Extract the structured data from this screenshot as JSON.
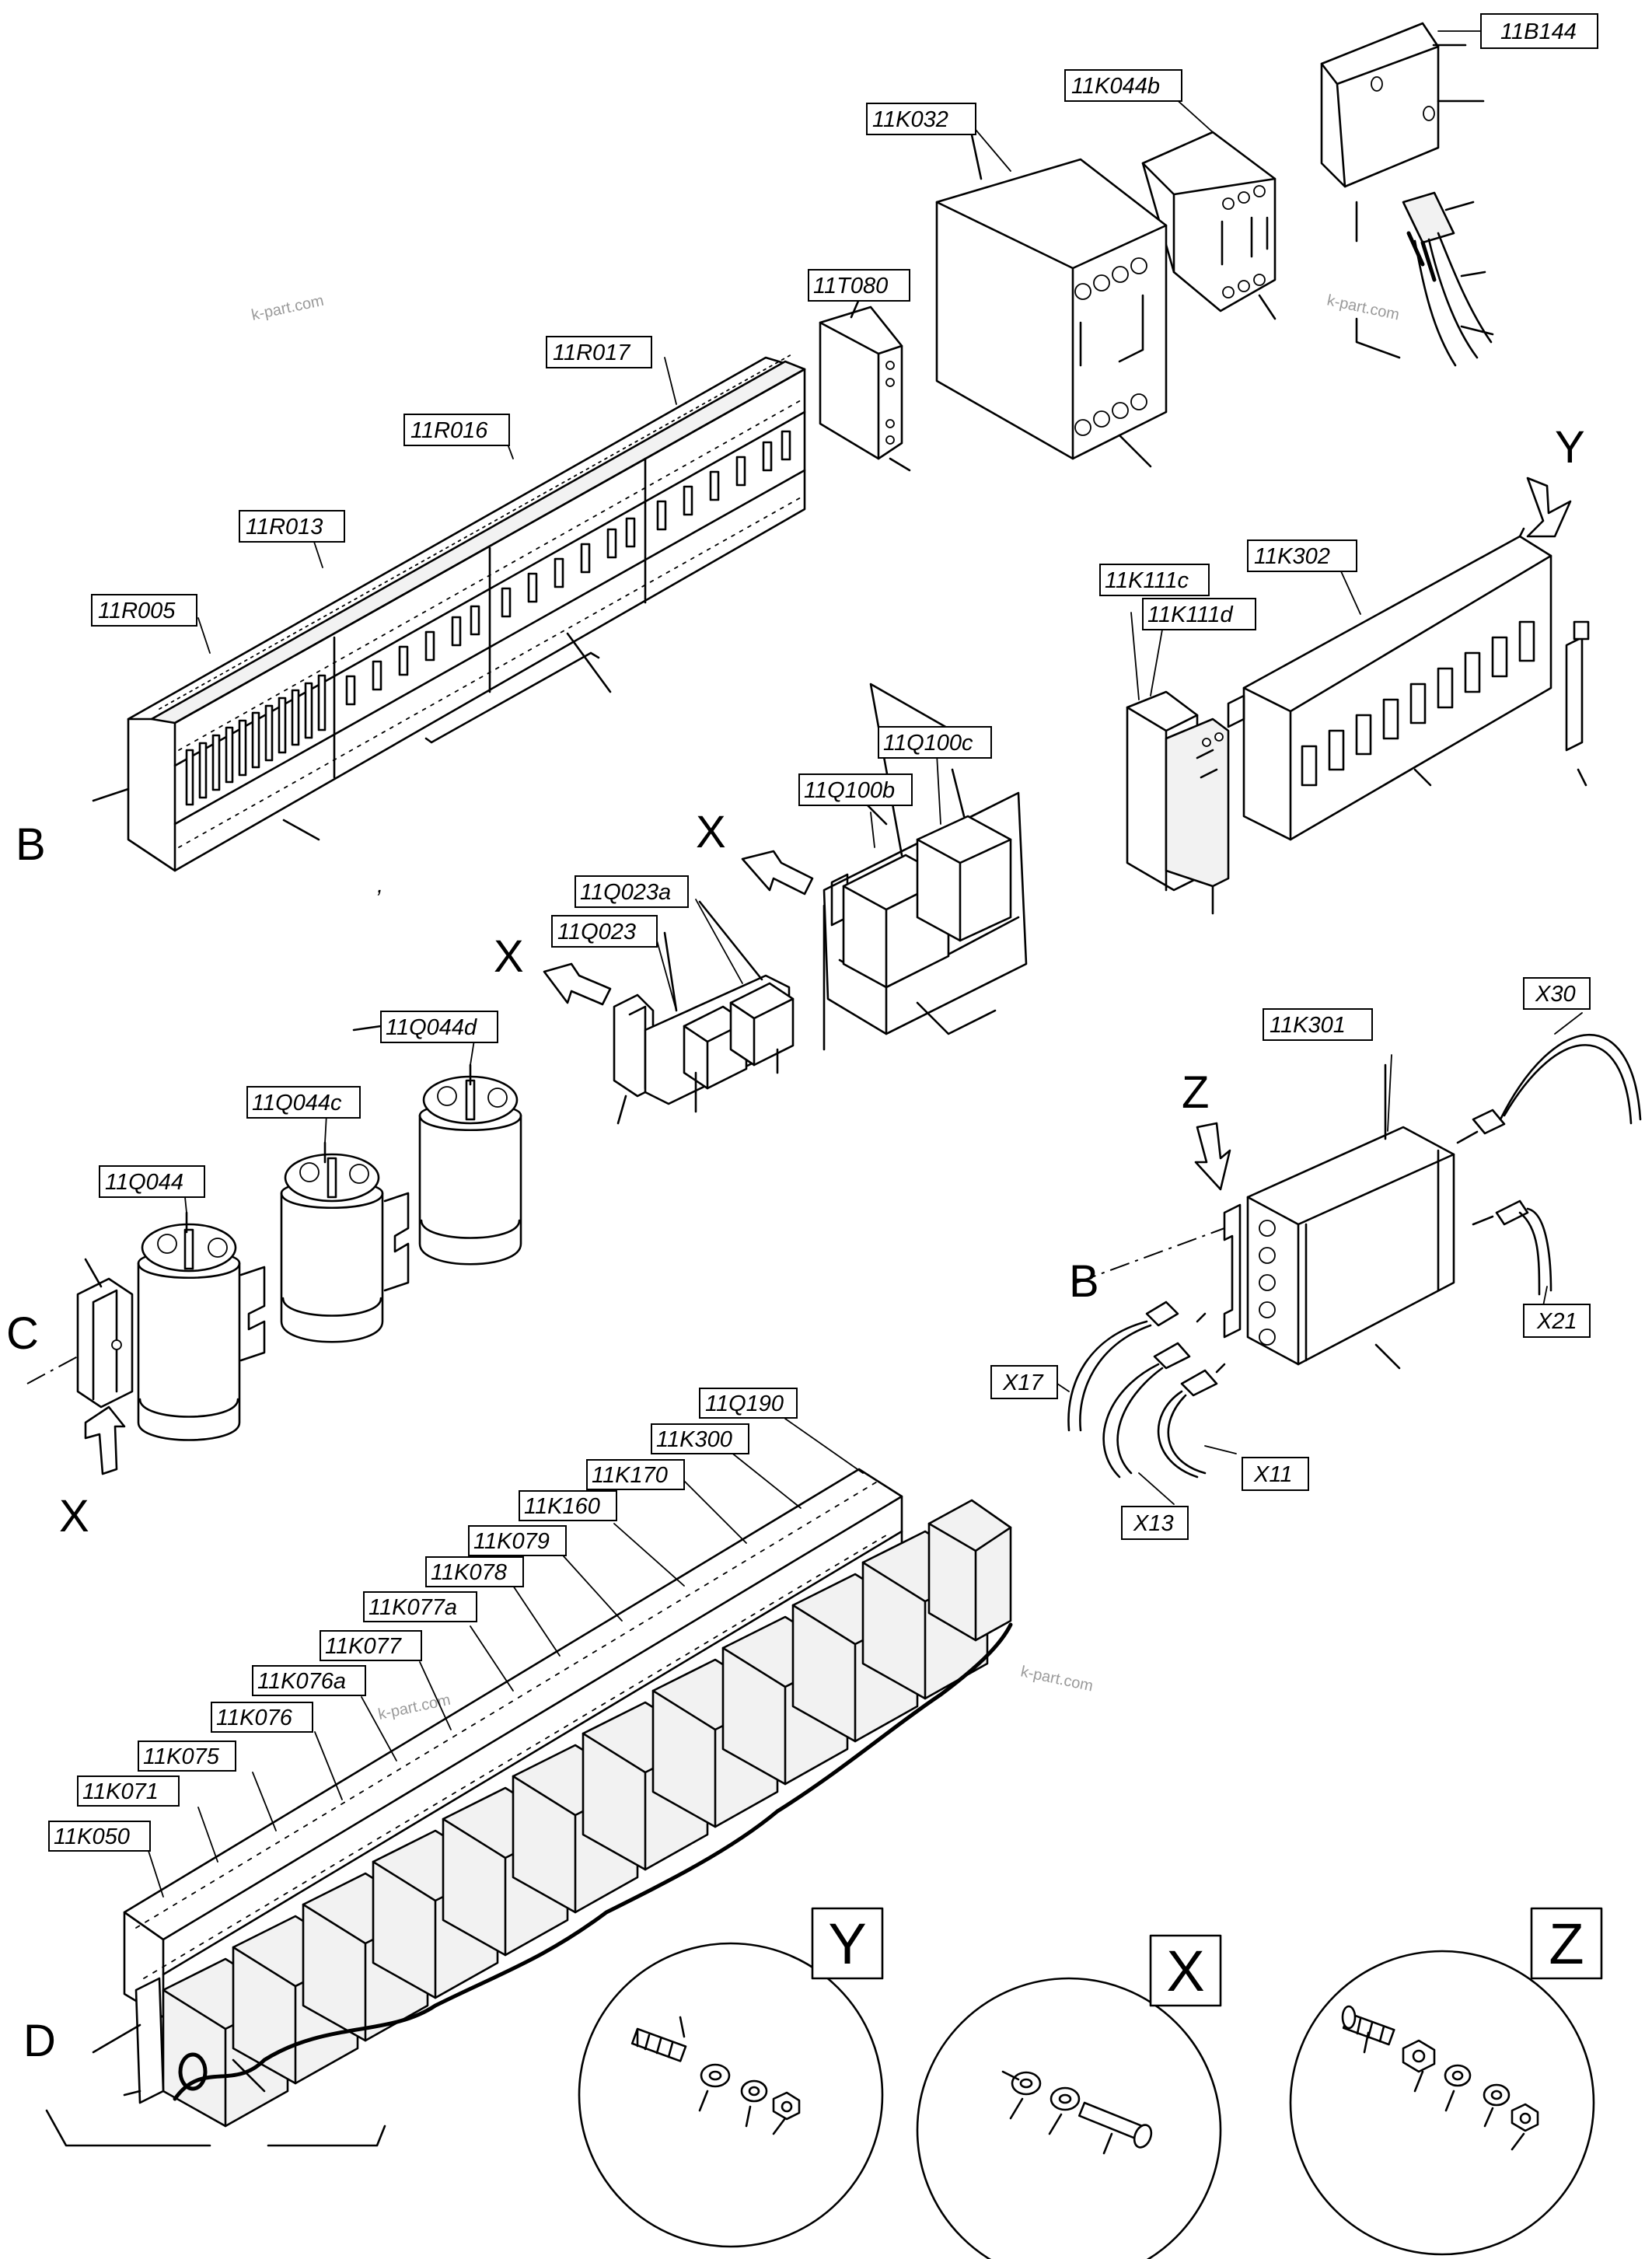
{
  "labels": {
    "l11B144": "11B144",
    "l11K044b": "11K044b",
    "l11K032": "11K032",
    "l11T080": "11T080",
    "l11R017": "11R017",
    "l11R016": "11R016",
    "l11R013": "11R013",
    "l11R005": "11R005",
    "l11K302": "11K302",
    "l11K111c": "11K111c",
    "l11K111d": "11K111d",
    "l11Q100c": "11Q100c",
    "l11Q100b": "11Q100b",
    "l11Q023a": "11Q023a",
    "l11Q023": "11Q023",
    "l11Q044d": "11Q044d",
    "l11Q044c": "11Q044c",
    "l11Q044": "11Q044",
    "l11K301": "11K301",
    "lX30": "X30",
    "lX21": "X21",
    "lX17": "X17",
    "lX11": "X11",
    "lX13": "X13",
    "l11Q190": "11Q190",
    "l11K300": "11K300",
    "l11K170": "11K170",
    "l11K160": "11K160",
    "l11K079": "11K079",
    "l11K078": "11K078",
    "l11K077a": "11K077a",
    "l11K077": "11K077",
    "l11K076a": "11K076a",
    "l11K076": "11K076",
    "l11K075": "11K075",
    "l11K071": "11K071",
    "l11K050": "11K050"
  },
  "letters": {
    "B_left": "B",
    "C_left": "C",
    "D_left": "D",
    "X_bottom": "X",
    "X_q023": "X",
    "X_q100": "X",
    "Y_top": "Y",
    "Z_k301": "Z",
    "B_k301": "B",
    "comma": ","
  },
  "detail_views": {
    "Y": "Y",
    "X": "X",
    "Z": "Z"
  },
  "watermarks": {
    "w1": "k-part.com",
    "w2": "k-part.com",
    "w3": "k-part.com",
    "w4": "k-part.com"
  }
}
